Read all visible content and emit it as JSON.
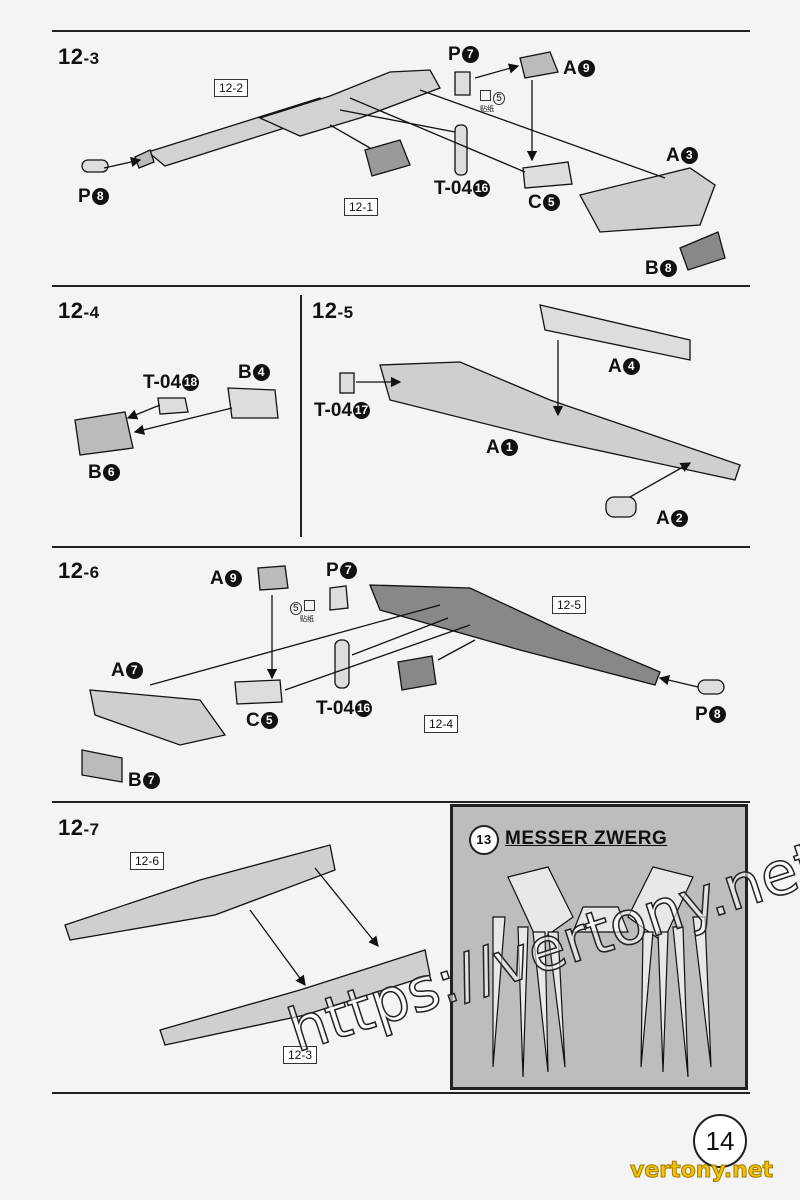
{
  "steps": {
    "s3": {
      "main": "12",
      "sub": "-3"
    },
    "s4": {
      "main": "12",
      "sub": "-4"
    },
    "s5": {
      "main": "12",
      "sub": "-5"
    },
    "s6": {
      "main": "12",
      "sub": "-6"
    },
    "s7": {
      "main": "12",
      "sub": "-7"
    }
  },
  "refs": {
    "r12_1": "12-1",
    "r12_2": "12-2",
    "r12_3": "12-3",
    "r12_4": "12-4",
    "r12_5": "12-5",
    "r12_6": "12-6"
  },
  "parts": {
    "s3_P7": {
      "letter": "P",
      "num": "7"
    },
    "s3_A9": {
      "letter": "A",
      "num": "9"
    },
    "s3_A3": {
      "letter": "A",
      "num": "3"
    },
    "s3_T16": {
      "letter": "T-04",
      "num": "16"
    },
    "s3_C5": {
      "letter": "C",
      "num": "5"
    },
    "s3_B8": {
      "letter": "B",
      "num": "8"
    },
    "s3_P8": {
      "letter": "P",
      "num": "8"
    },
    "s4_T18": {
      "letter": "T-04",
      "num": "18"
    },
    "s4_B4": {
      "letter": "B",
      "num": "4"
    },
    "s4_B6": {
      "letter": "B",
      "num": "6"
    },
    "s5_T17": {
      "letter": "T-04",
      "num": "17"
    },
    "s5_A4": {
      "letter": "A",
      "num": "4"
    },
    "s5_A1": {
      "letter": "A",
      "num": "1"
    },
    "s5_A2": {
      "letter": "A",
      "num": "2"
    },
    "s6_A9": {
      "letter": "A",
      "num": "9"
    },
    "s6_P7": {
      "letter": "P",
      "num": "7"
    },
    "s6_A7": {
      "letter": "A",
      "num": "7"
    },
    "s6_C5": {
      "letter": "C",
      "num": "5"
    },
    "s6_T16": {
      "letter": "T-04",
      "num": "16"
    },
    "s6_B7": {
      "letter": "B",
      "num": "7"
    },
    "s6_P8": {
      "letter": "P",
      "num": "8"
    }
  },
  "sticker_note": {
    "num": "5",
    "text": "贴纸"
  },
  "section13": {
    "num": "13",
    "title": "MESSER ZWERG"
  },
  "page_number": "14",
  "watermark": "https://vertony.net",
  "watermark_site": "vertony.net"
}
